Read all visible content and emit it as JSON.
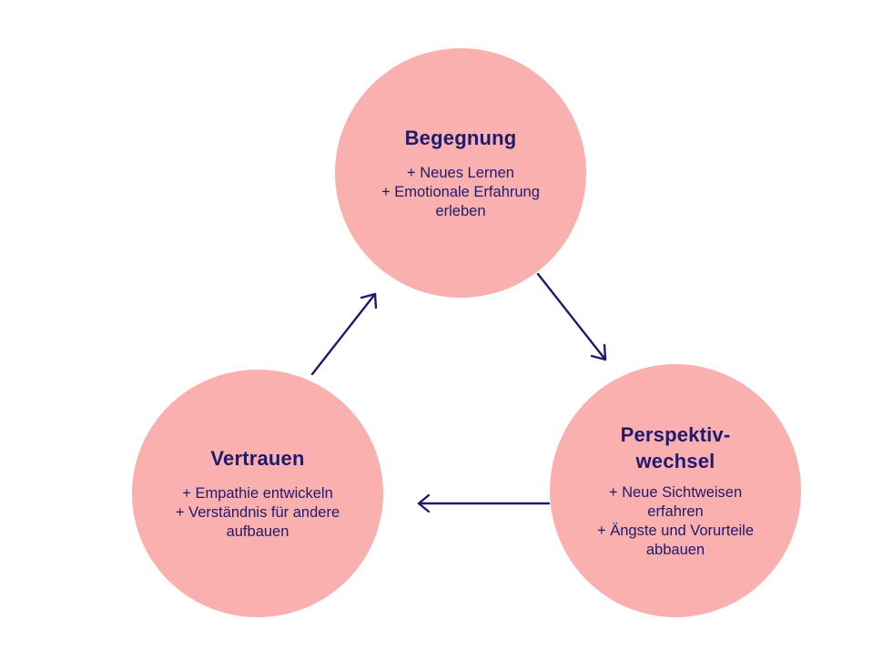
{
  "colors": {
    "background": "#ffffff",
    "circle_fill": "#fbb0b0",
    "text": "#1f1a6b",
    "arrow": "#1f1a6b"
  },
  "nodes": {
    "begegnung": {
      "title": [
        "Begegnung"
      ],
      "items": [
        "+ Neues Lernen",
        "+ Emotionale Erfahrung",
        "erleben"
      ]
    },
    "perspektivwechsel": {
      "title": [
        "Perspektiv-",
        "wechsel"
      ],
      "items": [
        "+ Neue Sichtweisen",
        "erfahren",
        "+ Ängste und Vorurteile",
        "abbauen"
      ]
    },
    "vertrauen": {
      "title": [
        "Vertrauen"
      ],
      "items": [
        "+ Empathie entwickeln",
        "+ Verständnis für andere",
        "aufbauen"
      ]
    }
  },
  "edges": [
    {
      "from": "begegnung",
      "to": "perspektivwechsel"
    },
    {
      "from": "perspektivwechsel",
      "to": "vertrauen"
    },
    {
      "from": "vertrauen",
      "to": "begegnung"
    }
  ]
}
